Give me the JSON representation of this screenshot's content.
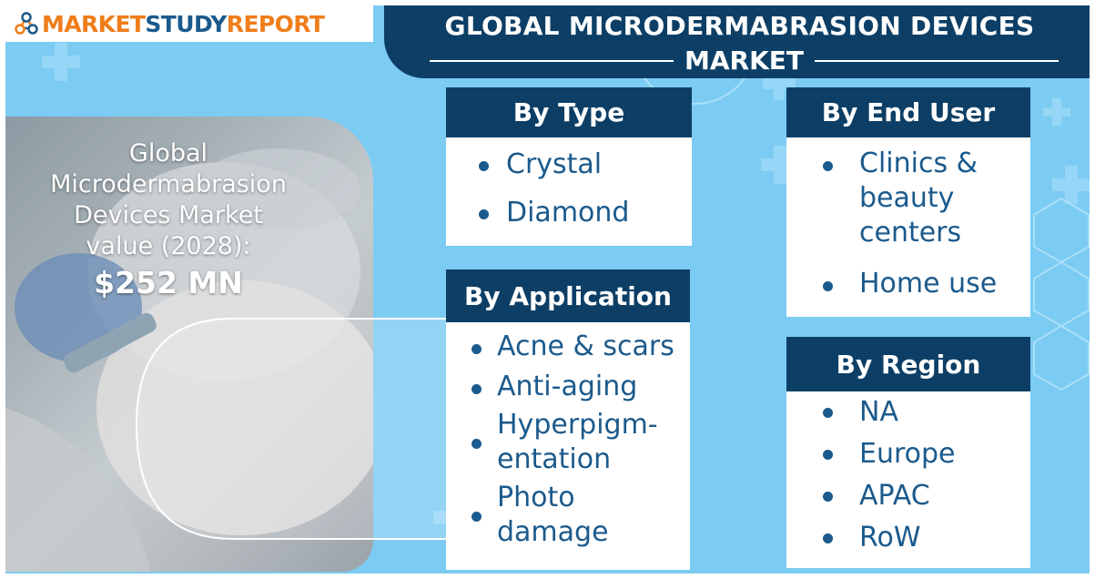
{
  "brand": {
    "part1": "MARKET",
    "part2": "STUDY",
    "part3": "REPORT",
    "orange": "#ef7d1a",
    "navy": "#1b5a8c"
  },
  "title": {
    "line1": "GLOBAL MICRODERMABRASION DEVICES",
    "line2": "MARKET"
  },
  "market_value": {
    "label_lines": [
      "Global",
      "Microdermabrasion",
      "Devices Market",
      "value (2028):"
    ],
    "value": "$252 MN"
  },
  "panels": {
    "type": {
      "heading": "By Type",
      "items": [
        "Crystal",
        "Diamond"
      ]
    },
    "application": {
      "heading": "By Application",
      "items": [
        [
          "Acne & scars"
        ],
        [
          "Anti-aging"
        ],
        [
          "Hyperpigm-",
          "entation"
        ],
        [
          "Photo",
          "damage"
        ]
      ]
    },
    "end_user": {
      "heading": "By End User",
      "items": [
        [
          "Clinics &",
          "beauty",
          "centers"
        ],
        [
          "Home use"
        ]
      ]
    },
    "region": {
      "heading": "By Region",
      "items": [
        "NA",
        "Europe",
        "APAC",
        "RoW"
      ]
    }
  },
  "colors": {
    "background": "#7ccbf3",
    "header_navy": "#0d3f66",
    "text_blue": "#1b5a8c"
  }
}
